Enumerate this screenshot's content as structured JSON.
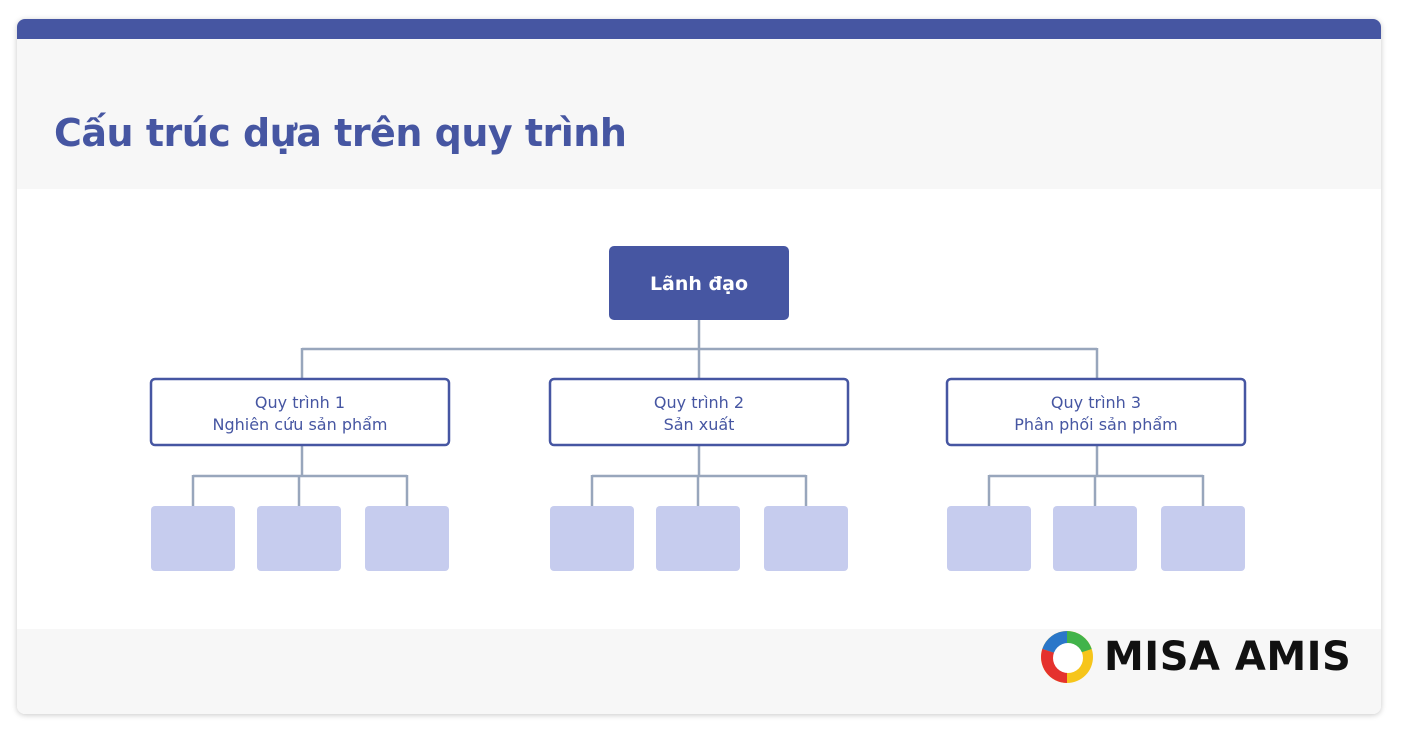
{
  "title": "Cấu trúc dựa trên quy trình",
  "root": {
    "label": "Lãnh đạo"
  },
  "processes": [
    {
      "line1": "Quy trình 1",
      "line2": "Nghiên cứu sản phẩm",
      "children": 3
    },
    {
      "line1": "Quy trình 2",
      "line2": "Sản xuất",
      "children": 3
    },
    {
      "line1": "Quy trình 3",
      "line2": "Phân phối sản phẩm",
      "children": 3
    }
  ],
  "brand": {
    "name": "MISA AMIS"
  },
  "colors": {
    "primary": "#4656a2",
    "connector": "#98a6bc",
    "leaf": "#c6ccee",
    "panel": "#f7f7f7",
    "logo_blue": "#2a77c9",
    "logo_green": "#41b34a",
    "logo_yellow": "#f6c51b",
    "logo_red": "#e5322d"
  },
  "icons": {
    "logo": "misa-amis-logo-icon"
  }
}
